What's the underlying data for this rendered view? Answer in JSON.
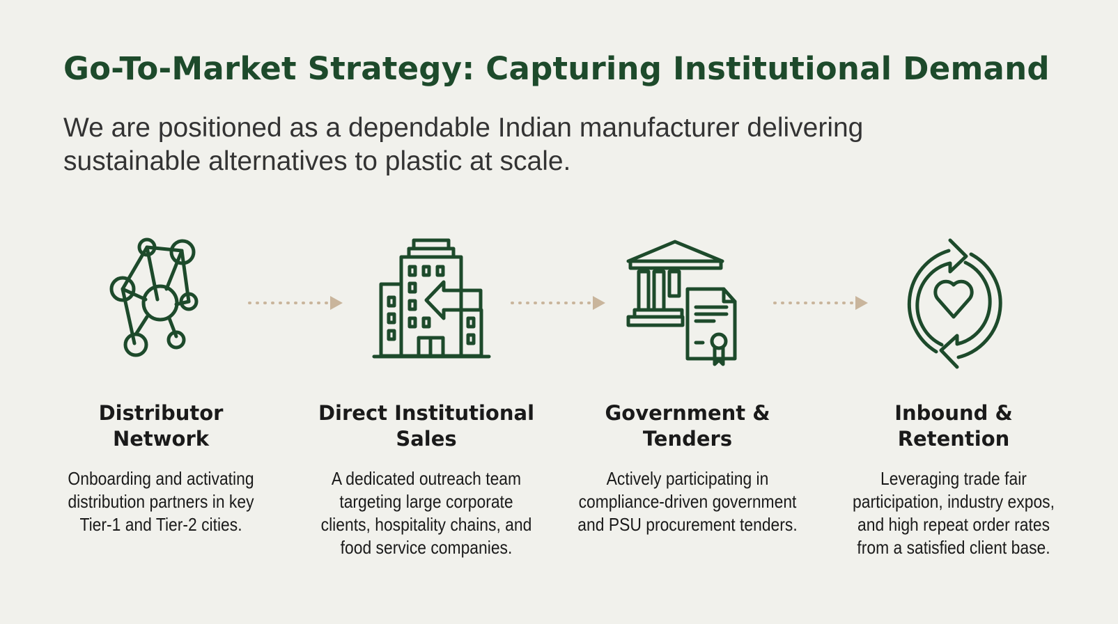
{
  "title": "Go-To-Market Strategy: Capturing Institutional Demand",
  "subtitle": "We are positioned as a dependable Indian manufacturer delivering sustainable alternatives to plastic at scale.",
  "colors": {
    "accent": "#1d4a2b",
    "arrow": "#c9b59c",
    "background": "#f1f1ec"
  },
  "steps": [
    {
      "icon": "network-icon",
      "heading_1": "Distributor",
      "heading_2": "Network",
      "description": "Onboarding and activating distribution partners in key Tier-1 and Tier-2 cities."
    },
    {
      "icon": "building-arrow-icon",
      "heading_1": "Direct Institutional",
      "heading_2": "Sales",
      "description": "A dedicated outreach team targeting large corporate clients, hospitality chains, and food service companies."
    },
    {
      "icon": "government-certificate-icon",
      "heading_1": "Government &",
      "heading_2": "Tenders",
      "description": "Actively participating in compliance-driven government and PSU procurement tenders."
    },
    {
      "icon": "heart-cycle-icon",
      "heading_1": "Inbound &",
      "heading_2": "Retention",
      "description": "Leveraging trade fair participation, industry expos, and high repeat order rates from a satisfied client base."
    }
  ]
}
